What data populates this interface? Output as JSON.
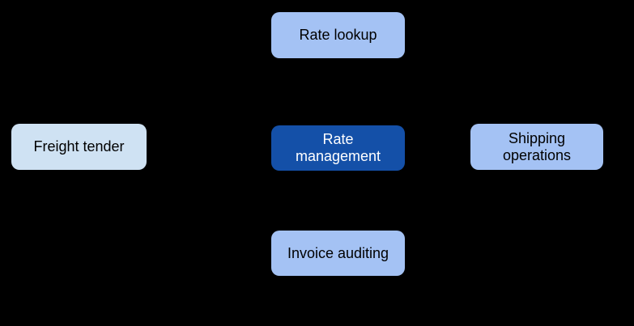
{
  "diagram": {
    "background_color": "#000000",
    "node_colors": {
      "light_blue": "#a4c2f4",
      "pale_blue": "#cfe2f3",
      "dark_blue": "#1450a8"
    },
    "text_colors": {
      "dark": "#000000",
      "light": "#ffffff"
    }
  },
  "nodes": [
    {
      "id": "rate-lookup",
      "label": "Rate lookup",
      "lines": [
        "Rate lookup"
      ],
      "fill": "#a4c2f4",
      "text_color": "#000000"
    },
    {
      "id": "freight-tender",
      "label": "Freight tender",
      "lines": [
        "Freight tender"
      ],
      "fill": "#cfe2f3",
      "text_color": "#000000"
    },
    {
      "id": "rate-management",
      "label": "Rate management",
      "lines": [
        "Rate",
        "management"
      ],
      "fill": "#1450a8",
      "text_color": "#ffffff"
    },
    {
      "id": "shipping-operations",
      "label": "Shipping operations",
      "lines": [
        "Shipping",
        "operations"
      ],
      "fill": "#a4c2f4",
      "text_color": "#000000"
    },
    {
      "id": "invoice-auditing",
      "label": "Invoice auditing",
      "lines": [
        "Invoice auditing"
      ],
      "fill": "#a4c2f4",
      "text_color": "#000000"
    }
  ]
}
